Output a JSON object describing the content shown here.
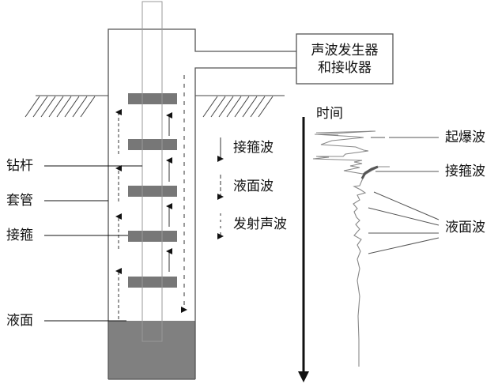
{
  "diagram": {
    "type": "acoustic well fluid-level measurement schematic",
    "device_box": {
      "line1": "声波发生器",
      "line2": "和接收器"
    },
    "well_labels": {
      "drill_rod": "钻杆",
      "casing": "套管",
      "collar": "接箍",
      "liquid_level": "液面"
    },
    "legend": [
      {
        "style": "solid-arrow",
        "label": "接箍波"
      },
      {
        "style": "long-dash-arrow",
        "label": "液面波"
      },
      {
        "style": "short-dash-arrow",
        "label": "发射声波"
      }
    ],
    "time_axis": {
      "label": "时间",
      "direction": "down"
    },
    "wave_labels": {
      "detonation": "起爆波",
      "collar_wave": "接箍波",
      "liquid_wave": "液面波"
    },
    "collar_count": 5,
    "colors": {
      "line": "#555555",
      "collar_fill": "#777777",
      "liquid_fill": "#808080",
      "axis": "#111111",
      "waveform": "#888888"
    }
  }
}
